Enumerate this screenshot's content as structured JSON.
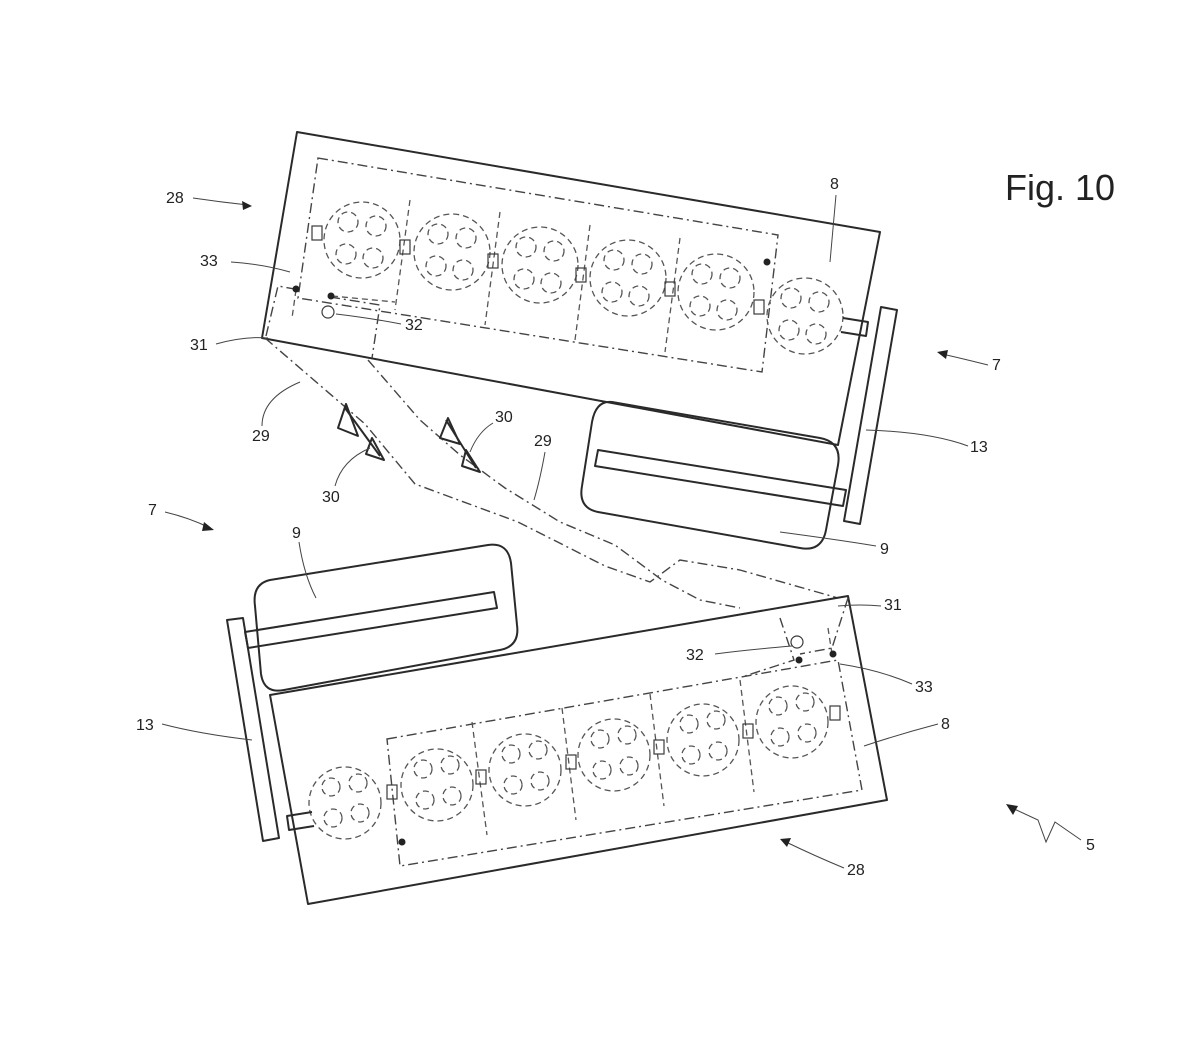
{
  "figure": {
    "title": "Fig. 10"
  },
  "labels": {
    "l28_top": "28",
    "l8_top": "8",
    "l33_top": "33",
    "l32_top": "32",
    "l31_top": "31",
    "l7_right": "7",
    "l29_left": "29",
    "l30_a": "30",
    "l30_b": "30",
    "l29_mid": "29",
    "l13_right": "13",
    "l7_left": "7",
    "l9_right": "9",
    "l9_left": "9",
    "l31_bot": "31",
    "l32_bot": "32",
    "l33_bot": "33",
    "l13_left": "13",
    "l8_bot": "8",
    "l5": "5",
    "l28_bot": "28"
  }
}
